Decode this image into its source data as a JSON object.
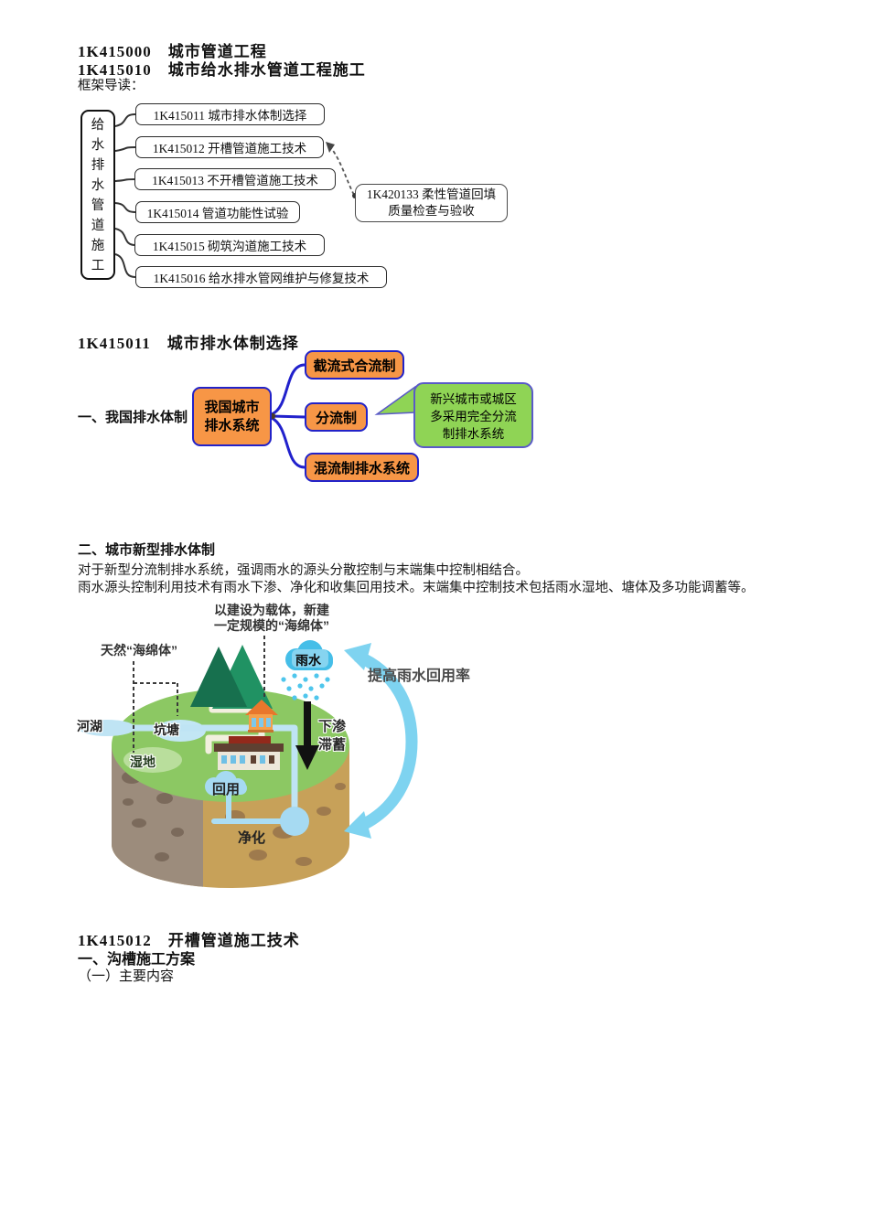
{
  "colors": {
    "box_orange": "#F79646",
    "box_border_blue": "#2222C8",
    "callout_green": "#8FD455",
    "cycle_arrow_blue": "#7ED3F0",
    "island_green": "#8CC863",
    "soil_tan": "#C7A159",
    "soil_dark": "#9C8C7C",
    "rain_cloud_blue": "#45BEE8"
  },
  "header": {
    "line1": "1K415000　城市管道工程",
    "line2": "1K415010　城市给水排水管道工程施工",
    "intro": "框架导读："
  },
  "framework": {
    "root": "给水排水管道施工",
    "items": [
      "1K415011 城市排水体制选择",
      "1K415012 开槽管道施工技术",
      "1K415013 不开槽管道施工技术",
      "1K415014 管道功能性试验",
      "1K415015 砌筑沟道施工技术",
      "1K415016 给水排水管网维护与修复技术"
    ],
    "side_note": {
      "line1": "1K420133 柔性管道回填",
      "line2": "质量检查与验收"
    }
  },
  "drainage_section": {
    "heading": "1K415011　城市排水体制选择",
    "subheading": "一、我国排水体制",
    "root": {
      "line1": "我国城市",
      "line2": "排水系统"
    },
    "children": [
      "截流式合流制",
      "分流制",
      "混流制排水系统"
    ],
    "callout": {
      "line1": "新兴城市或城区",
      "line2": "多采用完全分流",
      "line3": "制排水系统"
    }
  },
  "new_system_section": {
    "heading": "二、城市新型排水体制",
    "para1": "对于新型分流制排水系统，强调雨水的源头分散控制与末端集中控制相结合。",
    "para2": "雨水源头控制利用技术有雨水下渗、净化和收集回用技术。末端集中控制技术包括雨水湿地、塘体及多功能调蓄等。"
  },
  "sponge_city": {
    "built_sponge": {
      "line1": "以建设为载体，新建",
      "line2": "一定规模的“海绵体”"
    },
    "natural_sponge": "天然“海绵体”",
    "rain": "雨水",
    "river_lake": "河湖",
    "pond": "坑塘",
    "wetland": "湿地",
    "infiltration": {
      "line1": "下渗",
      "line2": "滞蓄"
    },
    "reuse": "回用",
    "purification": "净化",
    "improve_reuse": "提高雨水回用率"
  },
  "trench_section": {
    "heading": "1K415012　开槽管道施工技术",
    "sub1": "一、沟槽施工方案",
    "sub2": "（一）主要内容"
  }
}
